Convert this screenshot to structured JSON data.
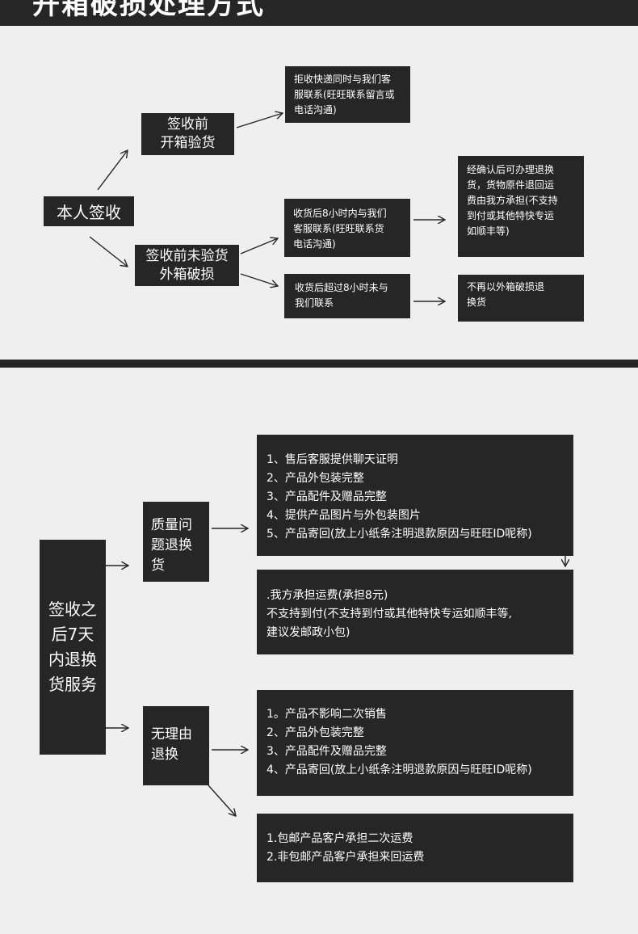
{
  "header": {
    "title": "开箱破损处理方式"
  },
  "section1": {
    "root": "本人签收",
    "branch_a": [
      "签收前",
      "开箱验货"
    ],
    "branch_b": [
      "签收前未验货",
      "外箱破损"
    ],
    "a_result": [
      "拒收快递同时与我们客",
      "服联系(旺旺联系留言或",
      "电话沟通)"
    ],
    "b1": [
      "收货后8小时内与我们",
      "客服联系(旺旺联系货",
      "电话沟通)"
    ],
    "b1_result": [
      "经确认后可办理退换",
      "货，货物原件退回运",
      "费由我方承担(不支持",
      "到付或其他特快专运",
      "如顺丰等)"
    ],
    "b2": [
      "收货后超过8小时未与",
      "我们联系"
    ],
    "b2_result": [
      "不再以外箱破损退",
      "换货"
    ]
  },
  "section2": {
    "root": [
      "签收之",
      "后7天",
      "内退换",
      "货服务"
    ],
    "quality": [
      "质量问",
      "题退换",
      "货"
    ],
    "quality_conditions": [
      "1、售后客服提供聊天证明",
      "2、产品外包装完整",
      "3、产品配件及赠品完整",
      "4、提供产品图片与外包装图片",
      "5、产品寄回(放上小纸条注明退款原因与旺旺ID呢称)"
    ],
    "quality_shipping": [
      ".我方承担运费(承担8元)",
      "不支持到付(不支持到付或其他特快专运如顺丰等,",
      "建议发邮政小包)"
    ],
    "noreason": [
      "无理由",
      "退换"
    ],
    "noreason_conditions": [
      "1。产品不影响二次销售",
      "2、产品外包装完整",
      "3、产品配件及赠品完整",
      "4、产品寄回(放上小纸条注明退款原因与旺旺ID呢称)"
    ],
    "noreason_shipping": [
      "1.包邮产品客户承担二次运费",
      "2.非包邮产品客户承担来回运费"
    ]
  }
}
